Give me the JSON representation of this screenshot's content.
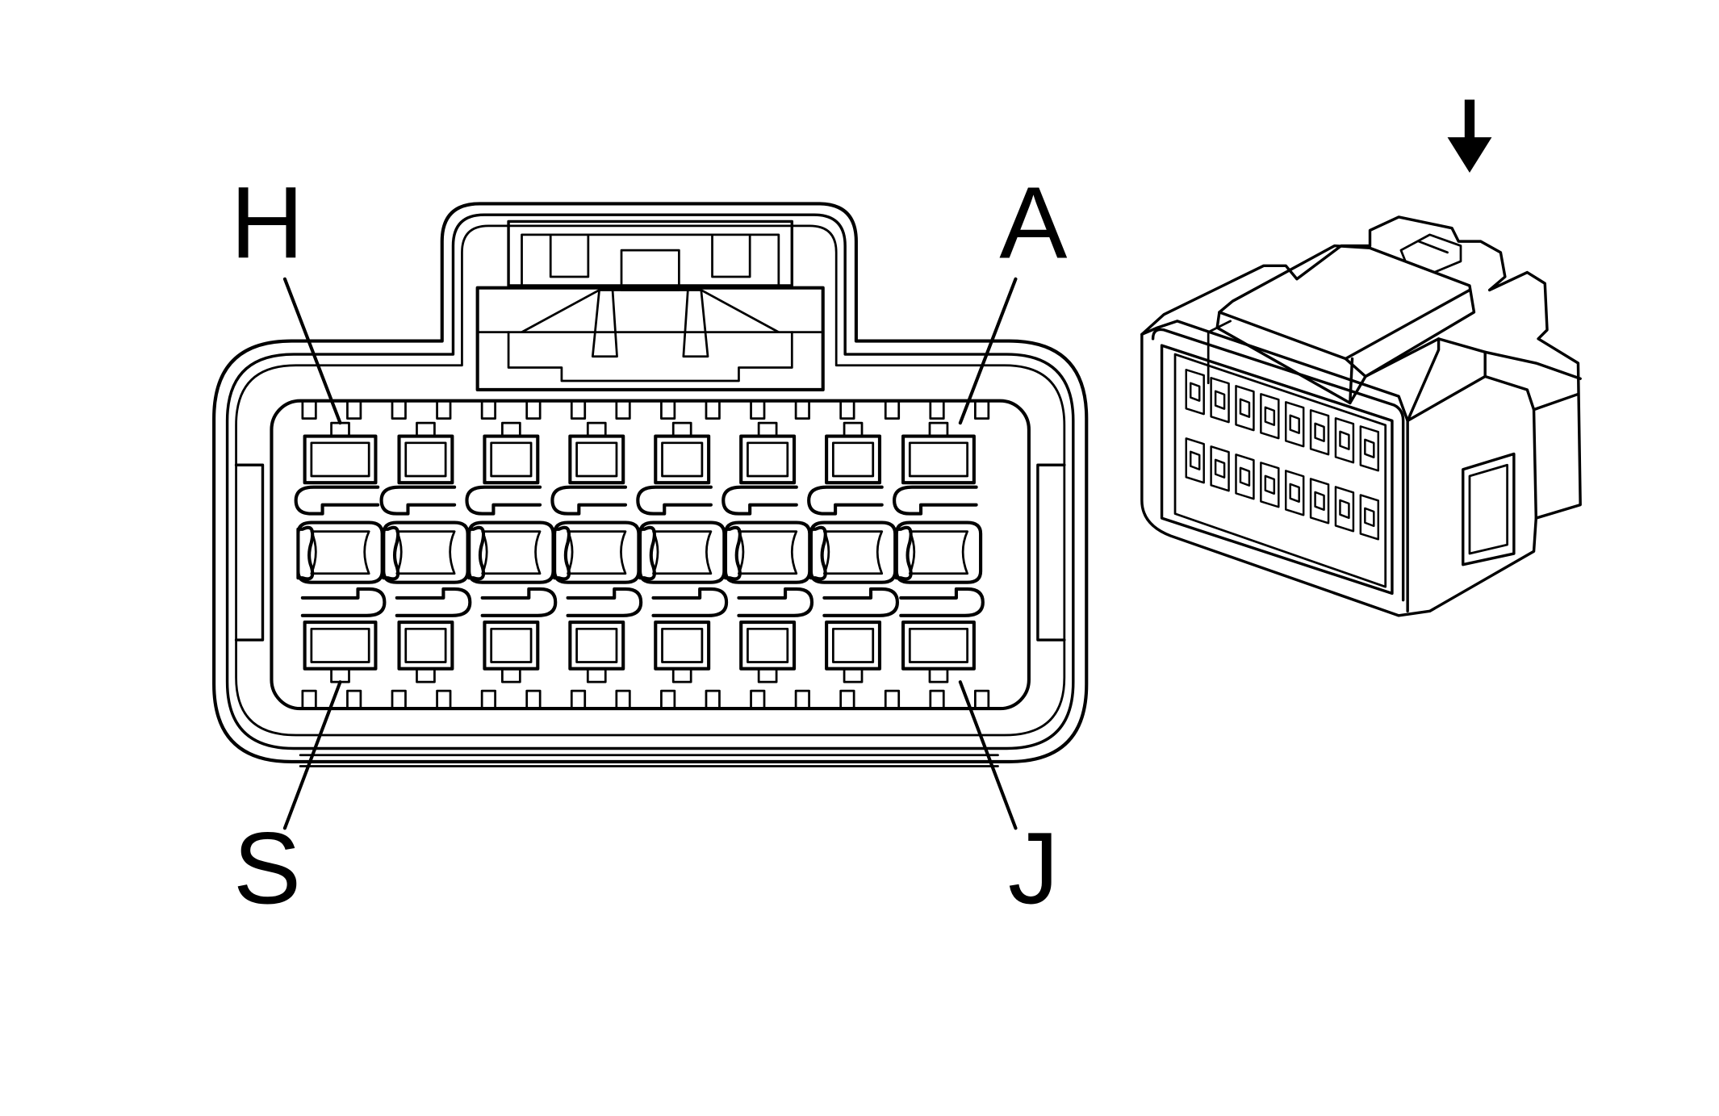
{
  "labels": {
    "top_left": "H",
    "top_right": "A",
    "bottom_left": "S",
    "bottom_right": "J"
  },
  "colors": {
    "line": "#000000",
    "background": "#ffffff"
  },
  "icons": {
    "view_direction": "down-arrow-icon"
  }
}
